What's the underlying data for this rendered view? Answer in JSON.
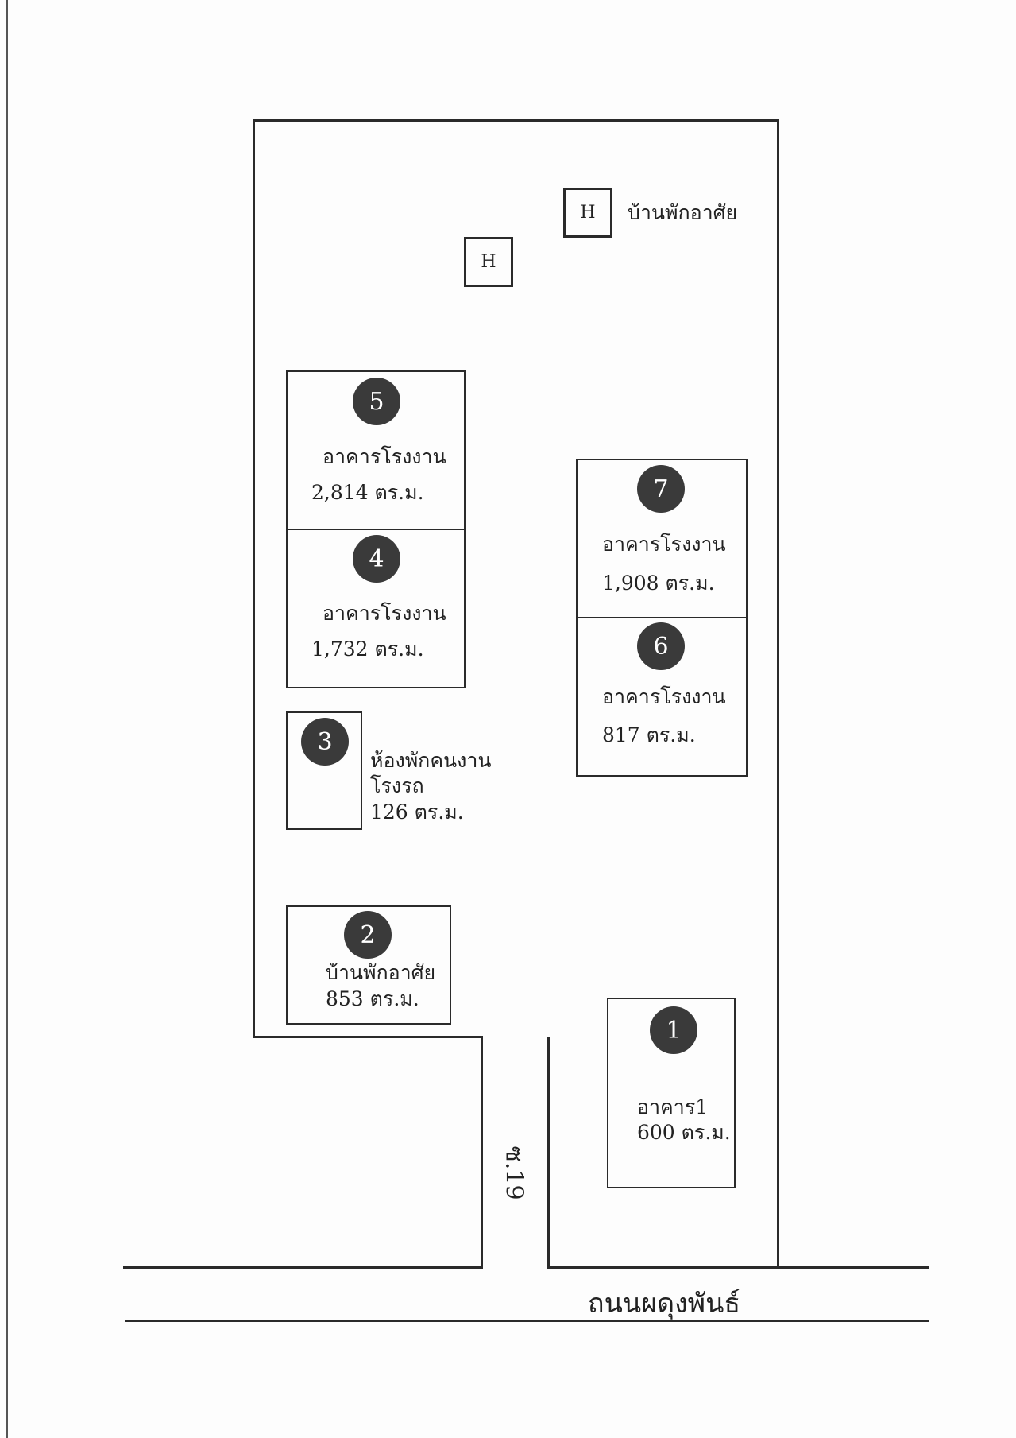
{
  "residence_top": {
    "marker_a": "H",
    "marker_b": "H",
    "label": "บ้านพักอาศัย"
  },
  "buildings": {
    "b5": {
      "number": "5",
      "name": "อาคารโรงงาน",
      "area": "2,814 ตร.ม."
    },
    "b4": {
      "number": "4",
      "name": "อาคารโรงงาน",
      "area": "1,732 ตร.ม."
    },
    "b7": {
      "number": "7",
      "name": "อาคารโรงงาน",
      "area": "1,908 ตร.ม."
    },
    "b6": {
      "number": "6",
      "name": "อาคารโรงงาน",
      "area": "817 ตร.ม."
    },
    "b3": {
      "number": "3",
      "name": "ห้องพักคนงาน",
      "name2": "โรงรถ",
      "area": "126 ตร.ม."
    },
    "b2": {
      "number": "2",
      "name": "บ้านพักอาศัย",
      "area": "853 ตร.ม."
    },
    "b1": {
      "number": "1",
      "name": "อาคาร1",
      "area": "600 ตร.ม."
    }
  },
  "soi_label": "ซ.19",
  "road_label": "ถนนผดุงพันธ์"
}
